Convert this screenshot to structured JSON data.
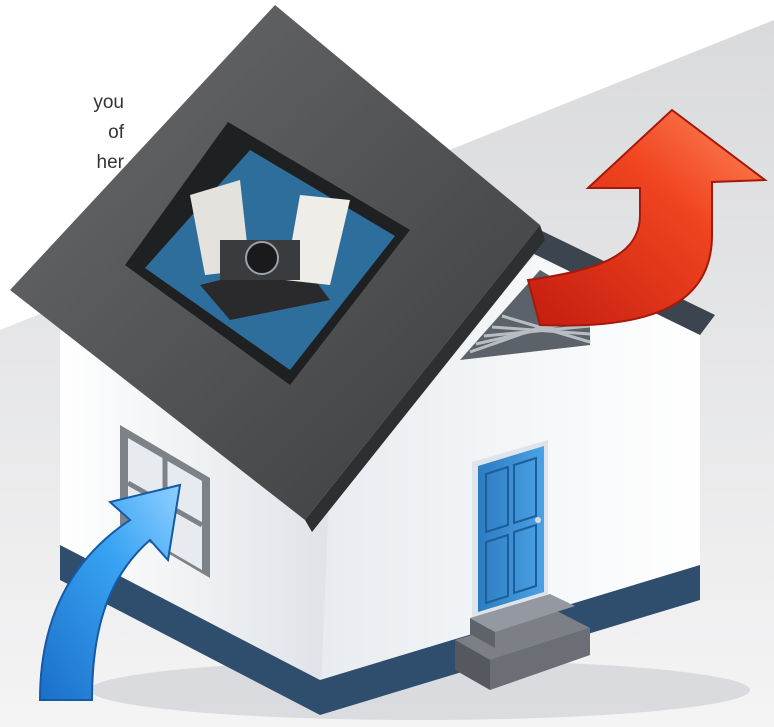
{
  "text_fragment": {
    "lines": [
      "you",
      "of",
      "her"
    ]
  },
  "illustration": {
    "subject": "house-with-attic-fan",
    "icons": [
      "house-icon",
      "attic-fan-icon",
      "cool-air-intake-arrow-icon",
      "hot-air-exhaust-arrow-icon",
      "gable-vent-icon",
      "front-door-icon",
      "window-icon",
      "steps-icon"
    ],
    "colors": {
      "roof": "#4a4b4d",
      "wall": "#f2f4f6",
      "trim": "#2f4e6e",
      "door": "#3a8ed0",
      "intake_arrow": "#2a8fe6",
      "exhaust_arrow": "#e8341c",
      "attic_floor": "#2d6e9c"
    }
  }
}
